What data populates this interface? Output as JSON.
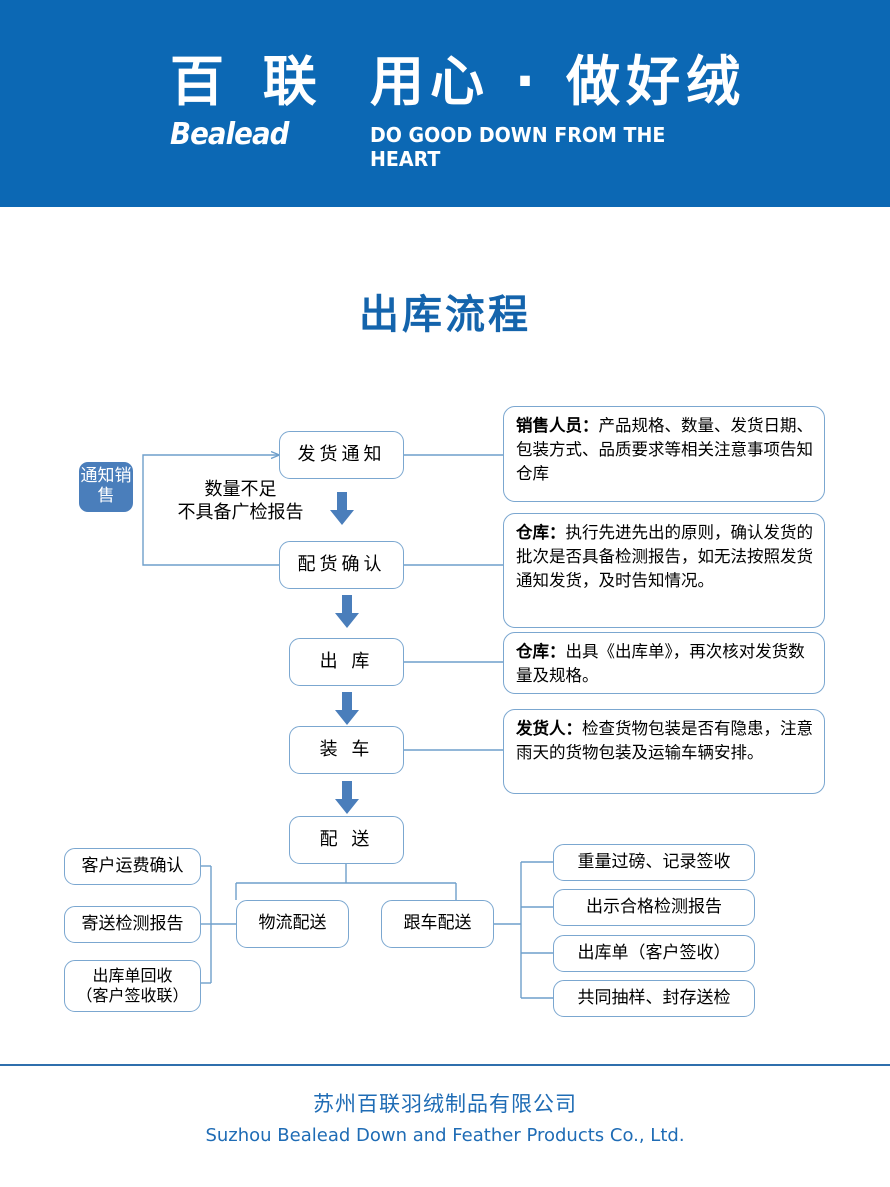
{
  "header": {
    "logo_cn": "百 联",
    "logo_en": "Bealead",
    "slogan_cn": "用心 · 做好绒",
    "slogan_en": "DO GOOD DOWN FROM THE HEART",
    "bg_color": "#0c68b4"
  },
  "page_title": "出库流程",
  "colors": {
    "brand_blue": "#0c68b4",
    "title_blue": "#1464ac",
    "node_border": "#7ba7d0",
    "accent_blue": "#4a7ebb",
    "line_blue": "#6f9fcb",
    "footer_blue": "#1f6cb5"
  },
  "flow": {
    "start_node": "通知销售",
    "loop_label": "数量不足\n不具备广检报告",
    "main_steps": [
      {
        "id": "step-fahuotongzhi",
        "label": "发货通知"
      },
      {
        "id": "step-peihuoqueren",
        "label": "配货确认"
      },
      {
        "id": "step-chuku",
        "label": "出 库"
      },
      {
        "id": "step-zhuangche",
        "label": "装 车"
      },
      {
        "id": "step-peisong",
        "label": "配 送"
      }
    ],
    "notes": [
      {
        "id": "note-sales",
        "role": "销售人员：",
        "text": "产品规格、数量、发货日期、包装方式、品质要求等相关注意事项告知仓库"
      },
      {
        "id": "note-warehouse-1",
        "role": "仓库：",
        "text": "执行先进先出的原则，确认发货的批次是否具备检测报告，如无法按照发货通知发货，及时告知情况。"
      },
      {
        "id": "note-warehouse-2",
        "role": "仓库：",
        "text": "出具《出库单》，再次核对发货数量及规格。"
      },
      {
        "id": "note-shipper",
        "role": "发货人：",
        "text": "检查货物包装是否有隐患，注意雨天的货物包装及运输车辆安排。"
      }
    ],
    "delivery_branches": [
      {
        "id": "branch-wuliu",
        "label": "物流配送"
      },
      {
        "id": "branch-genche",
        "label": "跟车配送"
      }
    ],
    "logistics_items": [
      {
        "id": "item-yunfei",
        "label": "客户运费确认"
      },
      {
        "id": "item-jisong",
        "label": "寄送检测报告"
      },
      {
        "id": "item-huishou",
        "label": "出库单回收\n（客户签收联）"
      }
    ],
    "escort_items": [
      {
        "id": "item-guobang",
        "label": "重量过磅、记录签收"
      },
      {
        "id": "item-hegebaogao",
        "label": "出示合格检测报告"
      },
      {
        "id": "item-chukudan",
        "label": "出库单（客户签收）"
      },
      {
        "id": "item-chouyang",
        "label": "共同抽样、封存送检"
      }
    ]
  },
  "footer": {
    "company_cn": "苏州百联羽绒制品有限公司",
    "company_en": "Suzhou Bealead Down and Feather Products Co., Ltd."
  }
}
